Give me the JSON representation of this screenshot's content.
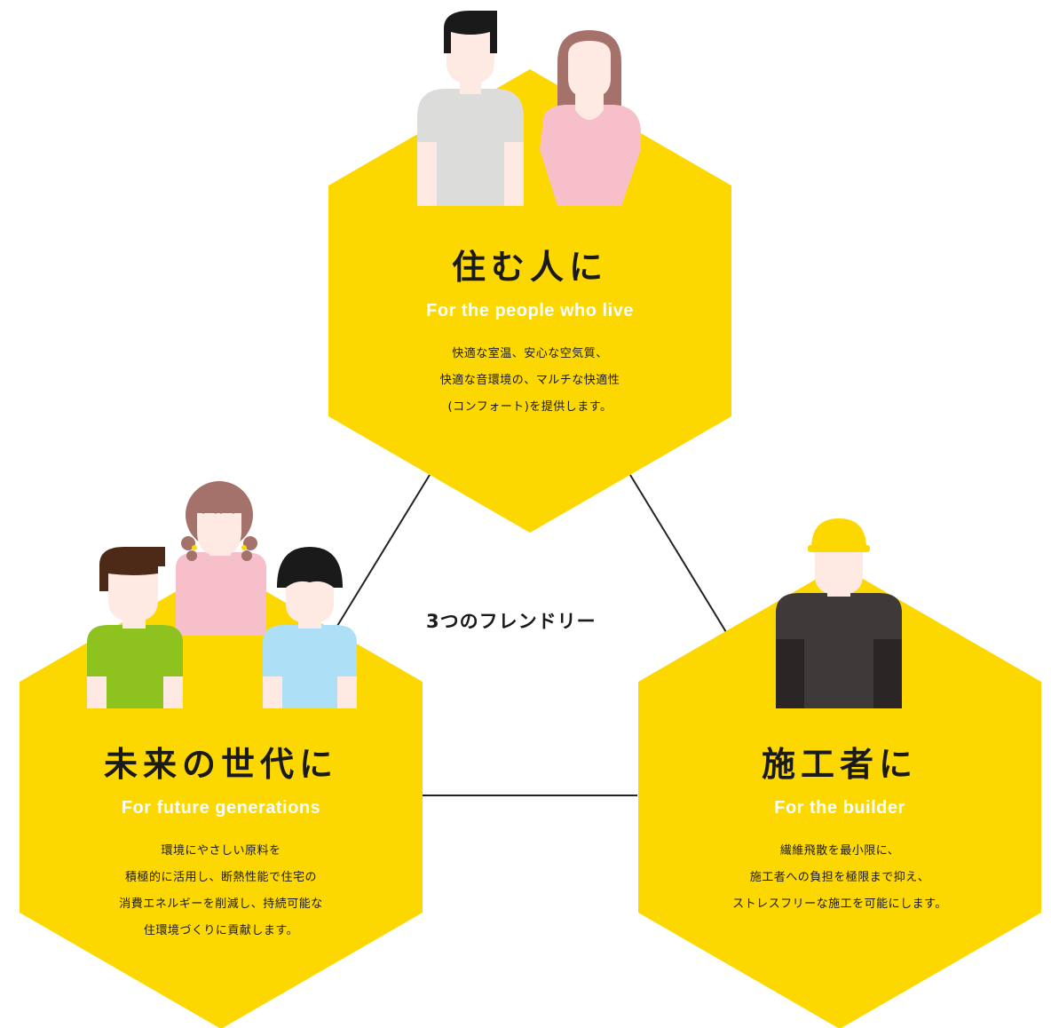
{
  "center_label": "3つのフレンドリー",
  "colors": {
    "hexagon": "#FDD700",
    "connector": "#222222",
    "subtitle": "#FFFFFF"
  },
  "cards": [
    {
      "title": "住む人に",
      "subtitle": "For the people who live",
      "lines": [
        "快適な室温、安心な空気質、",
        "快適な音環境の、マルチな快適性",
        "(コンフォート)を提供します。"
      ]
    },
    {
      "title": "未来の世代に",
      "subtitle": "For future generations",
      "lines": [
        "環境にやさしい原料を",
        "積極的に活用し、断熱性能で住宅の",
        "消費エネルギーを削減し、持続可能な",
        "住環境づくりに貢献します。"
      ]
    },
    {
      "title": "施工者に",
      "subtitle": "For the builder",
      "lines": [
        "繊維飛散を最小限に、",
        "施工者への負担を極限まで抑え、",
        "ストレスフリーな施工を可能にします。"
      ]
    }
  ]
}
